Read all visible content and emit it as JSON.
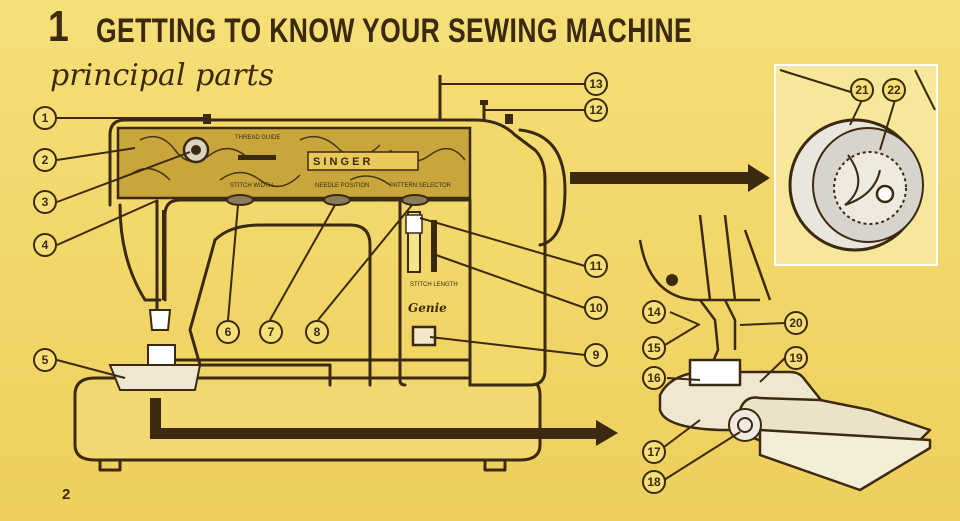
{
  "header": {
    "chapter_number": "1",
    "chapter_title": "GETTING TO KNOW YOUR SEWING MACHINE",
    "subtitle": "principal parts"
  },
  "machine": {
    "brand": "S I N G E R",
    "model": "Genie",
    "panel_labels": {
      "stitch_width": "STITCH WIDTH",
      "needle_position": "NEEDLE POSITION",
      "pattern_selector": "PATTERN SELECTOR",
      "stitch_length": "STITCH LENGTH",
      "threading": "THREAD GUIDE"
    }
  },
  "callouts": [
    "1",
    "2",
    "3",
    "4",
    "5",
    "6",
    "7",
    "8",
    "9",
    "10",
    "11",
    "12",
    "13",
    "14",
    "15",
    "16",
    "17",
    "18",
    "19",
    "20",
    "21",
    "22"
  ],
  "footer": {
    "page_number": "2"
  },
  "colors": {
    "paper": "#f3d86a",
    "ink": "#3b2a10",
    "panel": "#c9a63c",
    "inset_bg": "#f7e79a"
  }
}
